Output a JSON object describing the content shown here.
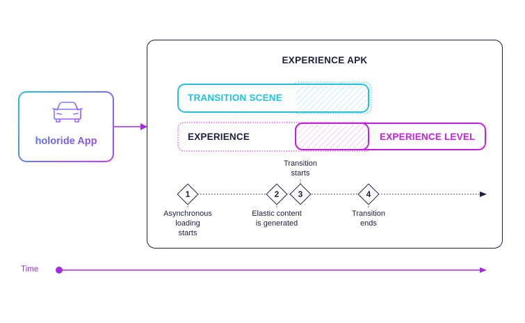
{
  "app": {
    "label": "holoride App",
    "icon": "car-icon"
  },
  "apk": {
    "title": "EXPERIENCE APK"
  },
  "bars": {
    "transition_scene": "TRANSITION SCENE",
    "experience": "EXPERIENCE",
    "experience_level": "EXPERIENCE LEVEL"
  },
  "timeline": {
    "steps": [
      {
        "number": "1",
        "lines": [
          "Asynchronous",
          "loading",
          "starts"
        ]
      },
      {
        "number": "2",
        "lines": [
          "Elastic content",
          "is generated"
        ]
      },
      {
        "number": "3",
        "lines": [
          "Transition",
          "starts"
        ]
      },
      {
        "number": "4",
        "lines": [
          "Transition",
          "ends"
        ]
      }
    ]
  },
  "time_axis": {
    "label": "Time"
  },
  "colors": {
    "navy": "#1b1f3b",
    "cyan": "#21c2de",
    "magenta": "#c41fe0",
    "purple": "#a12ce0"
  }
}
